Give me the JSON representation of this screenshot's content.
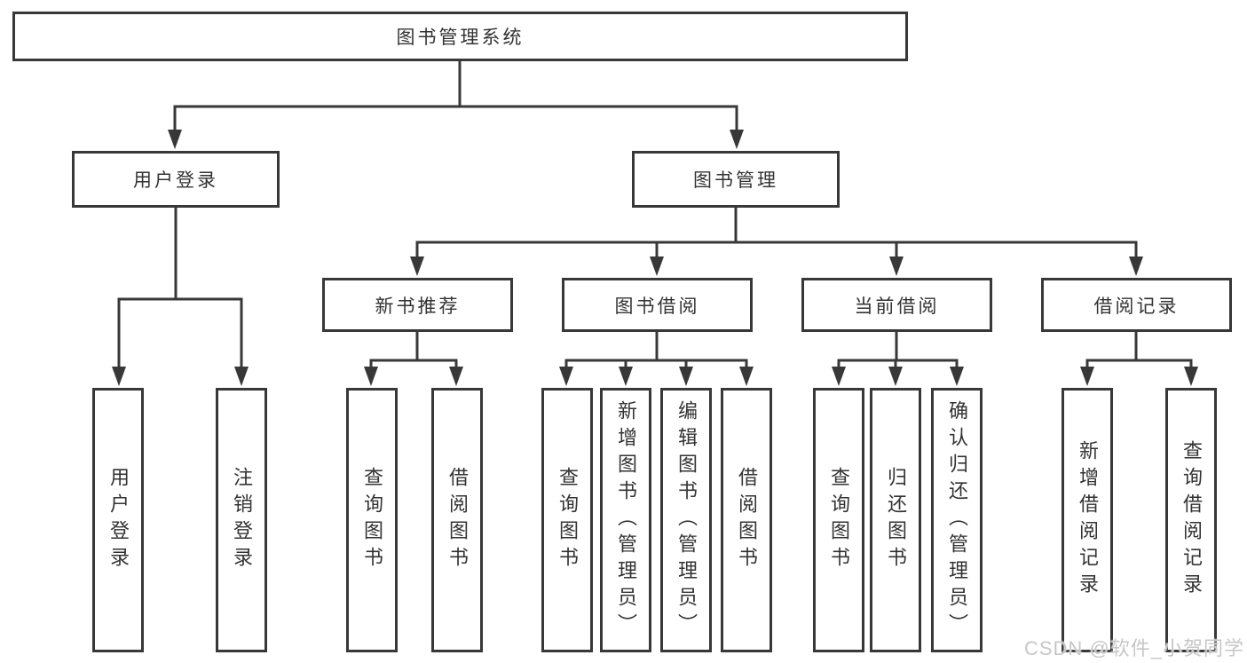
{
  "diagram": {
    "root": {
      "label": "图书管理系统"
    },
    "level2": [
      {
        "label": "用户登录"
      },
      {
        "label": "图书管理"
      }
    ],
    "level3": [
      {
        "label": "新书推荐"
      },
      {
        "label": "图书借阅"
      },
      {
        "label": "当前借阅"
      },
      {
        "label": "借阅记录"
      }
    ],
    "leaves": {
      "user_login": [
        "用户登录",
        "注销登录"
      ],
      "new_books": [
        "查询图书",
        "借阅图书"
      ],
      "book_borrow": [
        "查询图书",
        "新增图书（管理员）",
        "编辑图书（管理员）",
        "借阅图书"
      ],
      "current_borrow": [
        "查询图书",
        "归还图书",
        "确认归还（管理员）"
      ],
      "borrow_records": [
        "新增借阅记录",
        "查询借阅记录"
      ]
    }
  },
  "watermark": {
    "text": "CSDN @软件_小贺同学"
  },
  "colors": {
    "line": "#383838",
    "text": "#333333",
    "background": "#ffffff",
    "watermark": "#c7c7c7"
  }
}
